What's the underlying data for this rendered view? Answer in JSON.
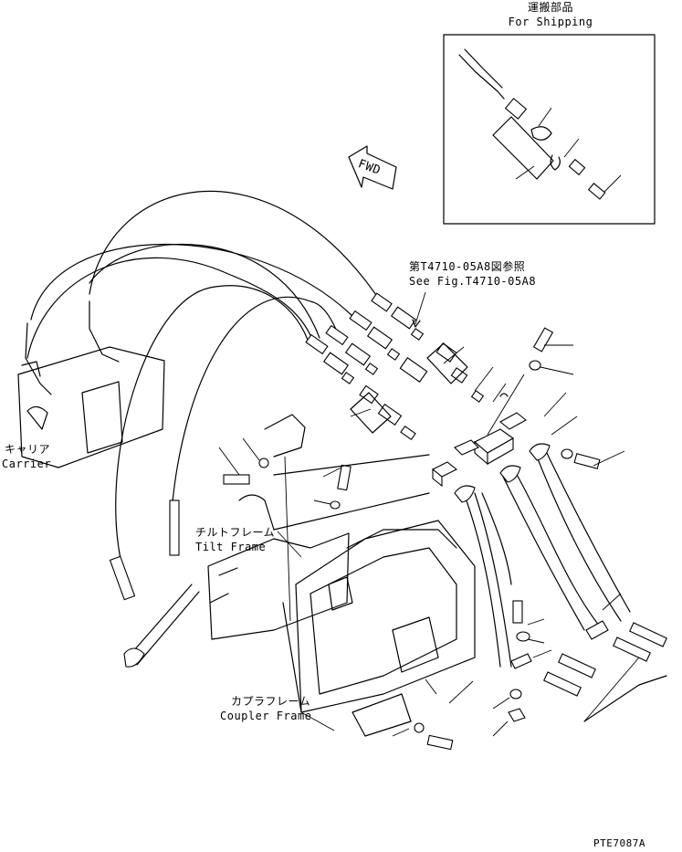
{
  "labels": {
    "shipping_ja": "運搬部品",
    "shipping_en": "For Shipping",
    "fwd": "FWD",
    "ref_ja": "第T4710-05A8図参照",
    "ref_en": "See Fig.T4710-05A8",
    "carrier_ja": "キャリア",
    "carrier_en": "Carrier",
    "tilt_ja": "チルトフレーム",
    "tilt_en": "Tilt Frame",
    "coupler_ja": "カプラフレーム",
    "coupler_en": "Coupler Frame",
    "drawing_no": "PTE7087A"
  }
}
